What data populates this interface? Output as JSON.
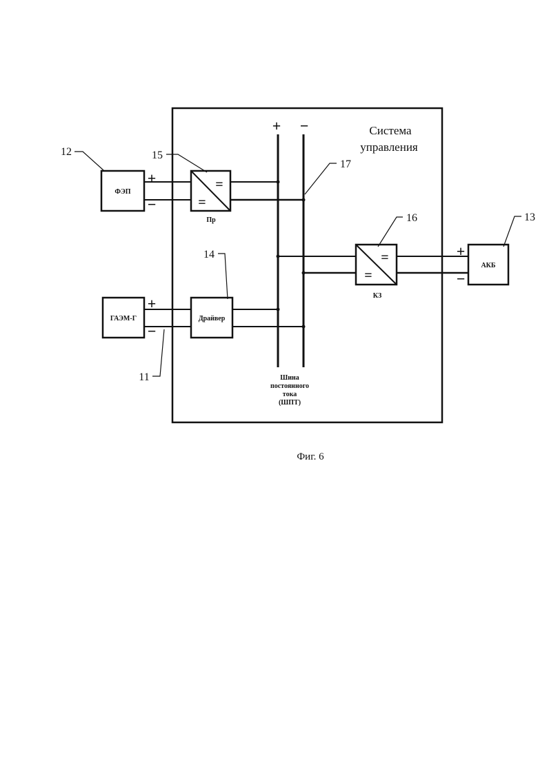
{
  "system": {
    "title_line1": "Система",
    "title_line2": "управления"
  },
  "bus": {
    "plus": "+",
    "minus": "−",
    "label_lines": [
      "Шина",
      "постоянного",
      "тока",
      "(ШПТ)"
    ]
  },
  "blocks": {
    "fep": {
      "label": "ФЭП",
      "ref": "12"
    },
    "pr": {
      "label": "Пр",
      "ref": "15",
      "eq_top": "=",
      "eq_bottom": "="
    },
    "gaem": {
      "label": "ГАЭМ-Г",
      "ref": "11"
    },
    "driver": {
      "label": "Драйвер",
      "ref": "14"
    },
    "kz": {
      "label": "КЗ",
      "ref": "16",
      "eq_top": "=",
      "eq_bottom": "="
    },
    "akb": {
      "label": "АКБ",
      "ref": "13"
    }
  },
  "bus_ref": "17",
  "terminals": {
    "plus": "+",
    "minus": "−"
  },
  "caption": "Фиг. 6"
}
